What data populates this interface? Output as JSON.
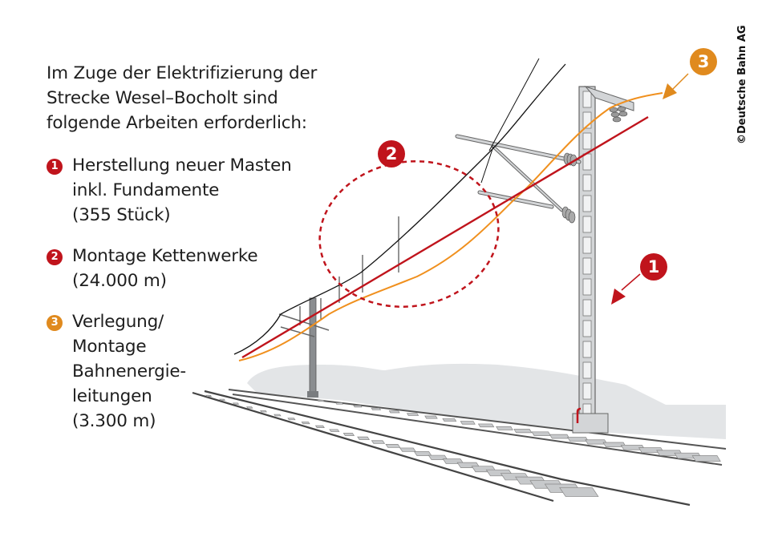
{
  "intro": "Im Zuge der Elektrifizierung der\nStrecke Wesel–Bocholt sind\nfolgende Arbeiten erforderlich:",
  "items": [
    {
      "number": "1",
      "text": "Herstellung neuer Masten\ninkl. Fundamente\n(355 Stück)",
      "color": "#c0141c"
    },
    {
      "number": "2",
      "text": "Montage Kettenwerke\n(24.000 m)",
      "color": "#c0141c"
    },
    {
      "number": "3",
      "text": "Verlegung/\nMontage\nBahnenergie-\nleitungen\n(3.300 m)",
      "color": "#e08a1e"
    }
  ],
  "callouts": [
    {
      "number": "1",
      "target": "mast",
      "color": "#c0141c"
    },
    {
      "number": "2",
      "target": "catenary",
      "color": "#c0141c"
    },
    {
      "number": "3",
      "target": "power-line",
      "color": "#e08a1e"
    }
  ],
  "copyright": "©Deutsche Bahn AG",
  "colors": {
    "red": "#c0141c",
    "orange": "#f0901e",
    "mast_gray": "#c8cacc",
    "ground_gray": "#e3e5e7"
  }
}
